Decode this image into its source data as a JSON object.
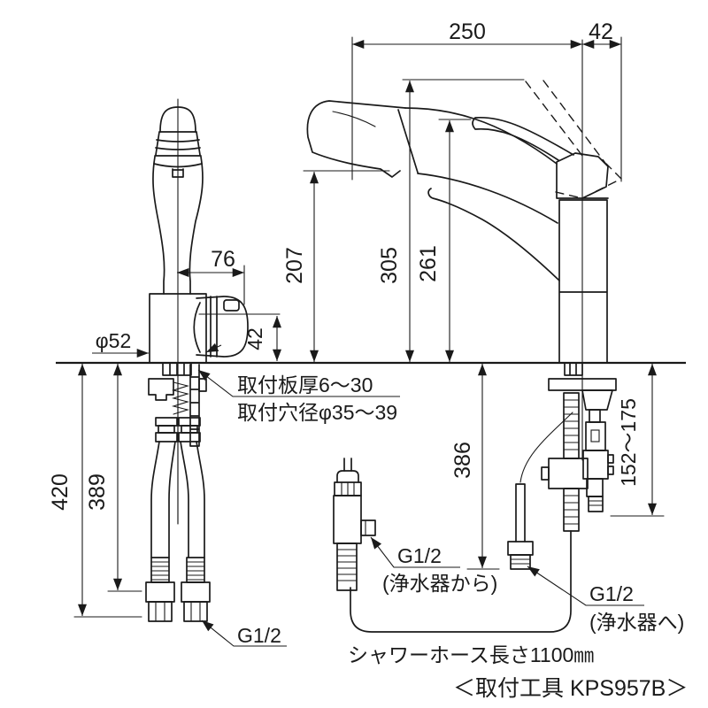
{
  "drawing": {
    "type": "faucet-installation-dimension-diagram",
    "tool_note": "＜取付工具 KPS957B＞",
    "hose_note": "シャワーホース長さ1100㎜"
  },
  "labels": {
    "dim250": "250",
    "dim42top": "42",
    "dim76": "76",
    "dimPhi52": "φ52",
    "dim42side": "42",
    "dim207": "207",
    "dim305": "305",
    "dim261": "261",
    "dim420": "420",
    "dim389": "389",
    "dim386": "386",
    "dim152175": "152〜175",
    "notePlate": "取付板厚6〜30",
    "noteHole": "取付穴径φ35〜39",
    "g12Left": "G1/2",
    "g12From": "G1/2",
    "g12FromNote": "(浄水器から)",
    "g12To": "G1/2",
    "g12ToNote": "(浄水器へ)"
  }
}
